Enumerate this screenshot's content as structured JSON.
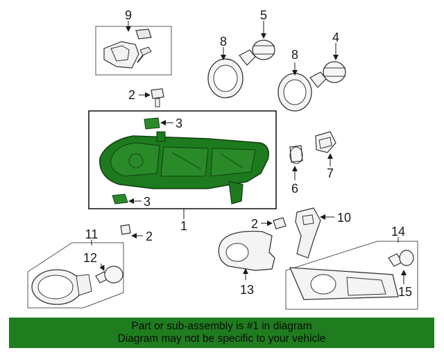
{
  "callouts": {
    "c1": "1",
    "c2a": "2",
    "c2b": "2",
    "c2c": "2",
    "c3a": "3",
    "c3b": "3",
    "c4": "4",
    "c5": "5",
    "c6": "6",
    "c7": "7",
    "c8a": "8",
    "c8b": "8",
    "c9": "9",
    "c10": "10",
    "c11": "11",
    "c12": "12",
    "c13": "13",
    "c14": "14",
    "c15": "15"
  },
  "footer": {
    "line1": "Part or sub-assembly is #1 in diagram",
    "line2": "Diagram may not be specific to your vehicle"
  },
  "colors": {
    "highlight_part": "#1e7a1e",
    "footer_bg": "#1f7d1f"
  }
}
